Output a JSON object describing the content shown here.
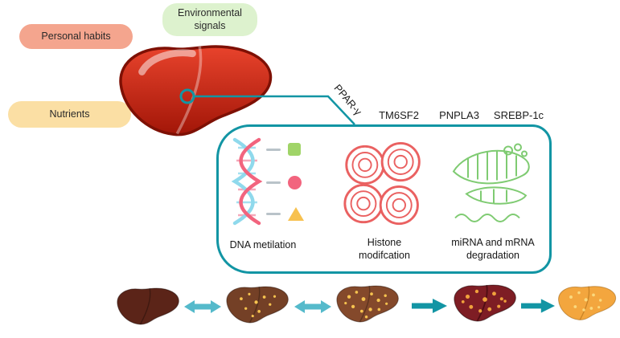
{
  "pills": [
    {
      "label": "Personal habits"
    },
    {
      "label": "Environmental signals"
    },
    {
      "label": "Nutrients"
    }
  ],
  "genes": [
    {
      "label": "PPAR-γ"
    },
    {
      "label": "TM6SF2"
    },
    {
      "label": "PNPLA3"
    },
    {
      "label": "SREBP-1c"
    }
  ],
  "mechanisms": [
    {
      "line1": "DNA metilation"
    },
    {
      "line1": "Histone",
      "line2": "modifcation"
    },
    {
      "line1": "miRNA and mRNA",
      "line2": "degradation"
    }
  ],
  "colors": {
    "teal": "#1295A4",
    "teal_light": "#55BACB",
    "text": "#1e1e1e",
    "pill_personal": "#F4A58E",
    "pill_env": "#DDF2CE",
    "pill_nutrients": "#FBDFA4",
    "dna_pink": "#F2647E",
    "dna_blue": "#8FD9EC",
    "rung_pink": "#F5A9BB",
    "rung_blue": "#A5E0F0",
    "histone_red": "#EA6161",
    "mrna_green": "#7FCB72",
    "shape_green": "#A0D468",
    "shape_pink": "#F2647E",
    "shape_yellow": "#F7C14F",
    "dash_gray": "#B9C3C9",
    "liver_top": "#E8432C",
    "liver_bottom": "#A21608",
    "liver_outline": "#7E1004",
    "stage1": "#5B2418",
    "stage2": "#744026",
    "stage3": "#84492B",
    "stage4": "#7E1D24",
    "stage5": "#F3A63E",
    "spot_gold": "#F6C34F",
    "spot_orange": "#F0A13C",
    "spot_light": "#FAD97E"
  }
}
